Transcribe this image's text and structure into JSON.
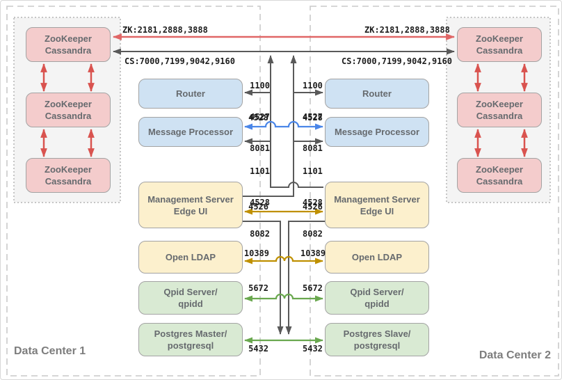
{
  "datacenters": [
    {
      "label": "Data Center 1"
    },
    {
      "label": "Data Center 2"
    }
  ],
  "cluster_node": {
    "line1": "ZooKeeper",
    "line2": "Cassandra"
  },
  "nodes": {
    "router": {
      "label": "Router"
    },
    "message_processor": {
      "label": "Message Processor"
    },
    "management_server": {
      "line1": "Management Server",
      "line2": "Edge UI"
    },
    "open_ldap": {
      "label": "Open LDAP"
    },
    "qpid": {
      "line1": "Qpid Server/",
      "line2": "qpidd"
    },
    "postgres_master": {
      "line1": "Postgres Master/",
      "line2": "postgresql"
    },
    "postgres_slave": {
      "line1": "Postgres Slave/",
      "line2": "postgresql"
    }
  },
  "ports": {
    "zookeeper": "ZK:2181,2888,3888",
    "cassandra": "CS:7000,7199,9042,9160",
    "router_in": [
      "1100",
      "4527",
      "8081"
    ],
    "mp_sync": "4528",
    "mp_in": [
      "1101",
      "4528",
      "8082"
    ],
    "management": "4526",
    "ldap": "10389",
    "qpid": "5672",
    "postgres": "5432"
  },
  "colors": {
    "zk_line": "#e06666",
    "cluster_arrow": "#d9534f",
    "gray_line": "#595959",
    "mp_line": "#4a86e8",
    "gold_line": "#bf9000",
    "green_line": "#6aa84f",
    "node_pink": "#f4cccc",
    "node_blue": "#cfe2f3",
    "node_yellow": "#fcf0cd",
    "node_green": "#d9ead3",
    "dc_border": "#c9c9c9"
  }
}
